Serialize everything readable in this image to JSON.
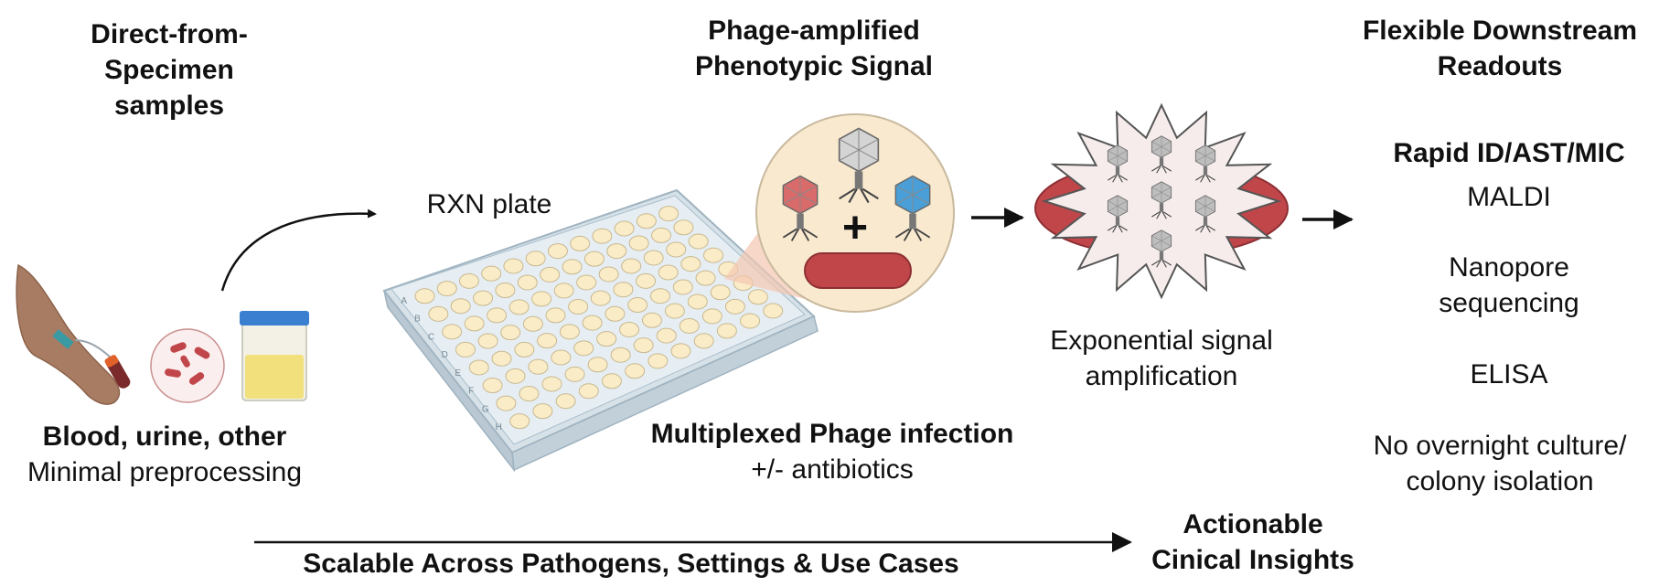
{
  "titles": {
    "direct_from_specimen": "Direct-from-Specimen samples",
    "direct_line1": "Direct-from-",
    "direct_line2": "Specimen",
    "direct_line3": "samples",
    "phage_line1": "Phage-amplified",
    "phage_line2": "Phenotypic Signal",
    "readouts_line1": "Flexible Downstream",
    "readouts_line2": "Readouts"
  },
  "specimen": {
    "label_bold": "Blood, urine, other",
    "label_regular": "Minimal preprocessing"
  },
  "plate": {
    "label": "RXN plate",
    "row_letters": [
      "A",
      "B",
      "C",
      "D",
      "E",
      "F",
      "G",
      "H"
    ]
  },
  "infection": {
    "label_bold": "Multiplexed Phage infection",
    "label_regular": "+/- antibiotics"
  },
  "amplification": {
    "line1": "Exponential signal",
    "line2": "amplification"
  },
  "readouts": {
    "heading": "Rapid ID/AST/MIC",
    "item1": "MALDI",
    "item2_line1": "Nanopore",
    "item2_line2": "sequencing",
    "item3": "ELISA",
    "item4_line1": "No overnight culture/",
    "item4_line2": "colony isolation"
  },
  "bottom": {
    "scalable": "Scalable Across Pathogens, Settings & Use Cases",
    "insights_line1": "Actionable",
    "insights_line2": "Cinical Insights"
  },
  "colors": {
    "well_fill": "#fbecc8",
    "plate_top": "#e6eef3",
    "bacterium": "#c0464a",
    "phage_gray": "#d4d4d4",
    "phage_red": "#d96b6b",
    "phage_blue": "#4a9fd8",
    "magnifier": "#f8e9cf",
    "burst": "#f6ecec"
  }
}
